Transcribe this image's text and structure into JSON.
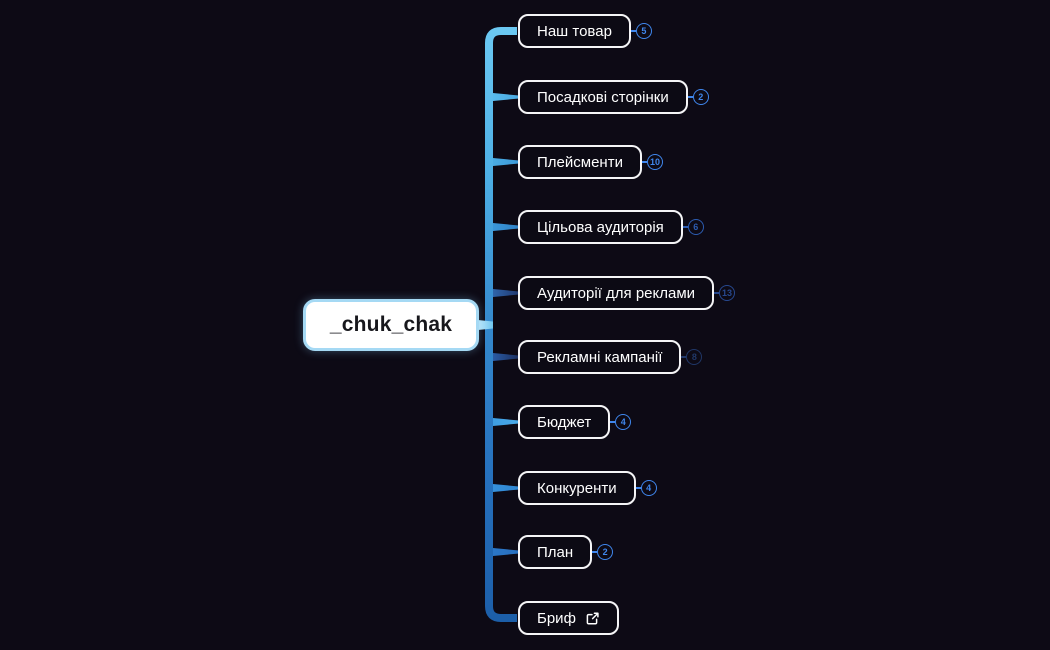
{
  "app": {
    "type": "mindmap-canvas"
  },
  "root": {
    "label": "_chuk_chak"
  },
  "nodes": [
    {
      "label": "Наш товар",
      "badge": "5"
    },
    {
      "label": "Посадкові сторінки",
      "badge": "2"
    },
    {
      "label": "Плейсменти",
      "badge": "10"
    },
    {
      "label": "Цільова аудиторія",
      "badge": "6"
    },
    {
      "label": "Аудиторії для реклами",
      "badge": "13"
    },
    {
      "label": "Рекламні кампанії",
      "badge": "8"
    },
    {
      "label": "Бюджет",
      "badge": "4"
    },
    {
      "label": "Конкуренти",
      "badge": "4"
    },
    {
      "label": "План",
      "badge": "2"
    },
    {
      "label": "Бриф",
      "icon": "external-link-icon"
    }
  ],
  "colors": {
    "background": "#0d0a15",
    "node_border": "#f5f5f7",
    "node_text": "#ffffff",
    "root_fill": "#ffffff",
    "root_border": "#a5d9f4",
    "root_text": "#17171c",
    "trunk_top": "#6cc9f3",
    "trunk_bottom": "#1c5ea8",
    "badge_bright": "#3f86ec",
    "badge_mid": "#2c5cb0",
    "badge_dim": "#27488e",
    "badge_darkest": "#203767"
  }
}
